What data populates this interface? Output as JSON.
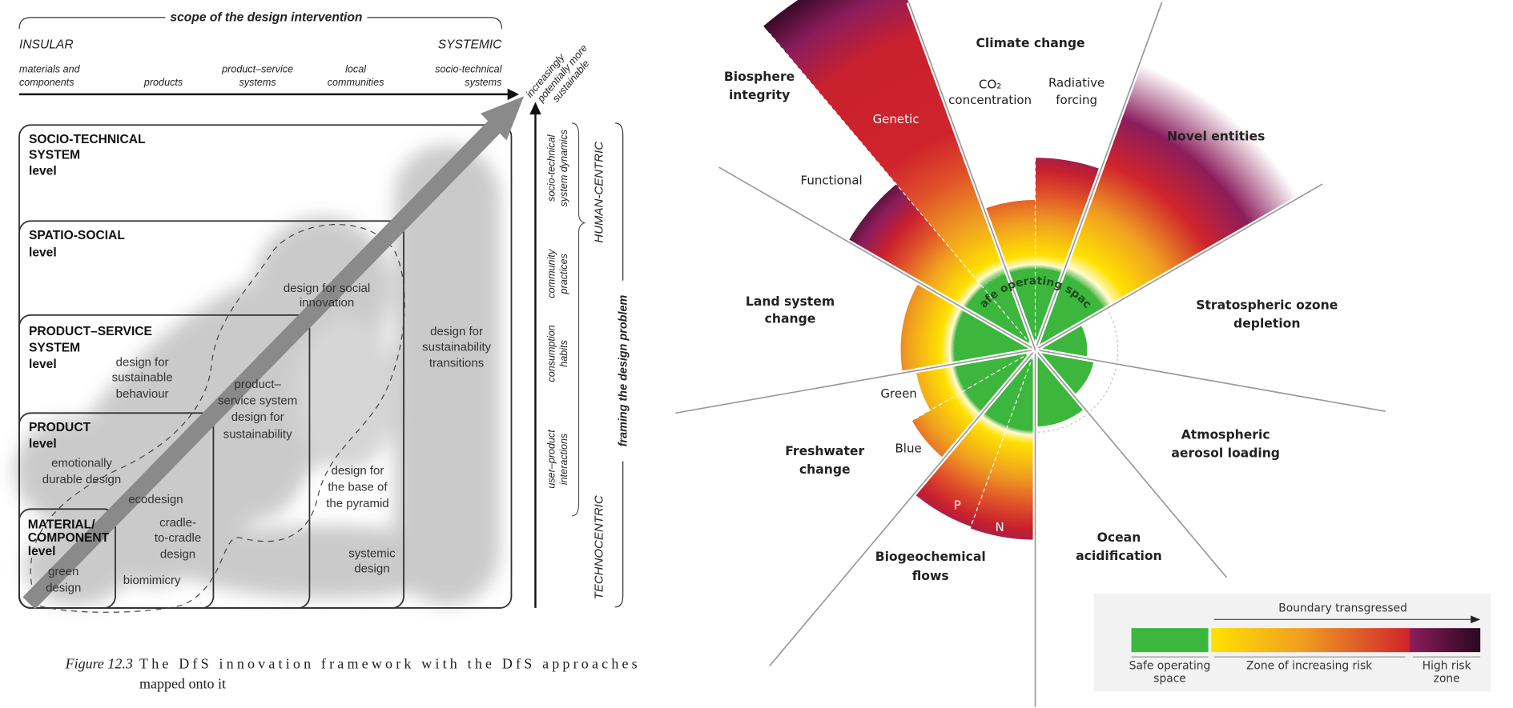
{
  "left_figure": {
    "scope_title": "scope of the design intervention",
    "insular": "INSULAR",
    "systemic": "SYSTEMIC",
    "axis_labels": [
      {
        "line1": "materials and",
        "line2": "components"
      },
      {
        "line1": "",
        "line2": "products"
      },
      {
        "line1": "product–service",
        "line2": "systems"
      },
      {
        "line1": "local",
        "line2": "communities"
      },
      {
        "line1": "socio-technical",
        "line2": "systems"
      }
    ],
    "diagonal_label": [
      "increasingly",
      "potentially more",
      "sustainable"
    ],
    "framing_labels": [
      {
        "line1": "socio-technical",
        "line2": "system dynamics"
      },
      {
        "line1": "community",
        "line2": "practices"
      },
      {
        "line1": "consumption",
        "line2": "habits"
      },
      {
        "line1": "user–product",
        "line2": "interactions"
      }
    ],
    "human_centric": "HUMAN-CENTRIC",
    "technocentric": "TECHNOCENTRIC",
    "framing_title": "framing the design problem",
    "levels": {
      "socio_technical": [
        "SOCIO-TECHNICAL",
        "SYSTEM",
        "level"
      ],
      "spatio_social": [
        "SPATIO-SOCIAL",
        "level"
      ],
      "product_service": [
        "PRODUCT–SERVICE",
        "SYSTEM",
        "level"
      ],
      "product": [
        "PRODUCT",
        "level"
      ],
      "material": [
        "MATERIAL/",
        "COMPONENT",
        "level"
      ]
    },
    "approaches": {
      "social_innovation": [
        "design for social",
        "innovation"
      ],
      "sustainability_transitions": [
        "design for",
        "sustainability",
        "transitions"
      ],
      "sustainable_behaviour": [
        "design for",
        "sustainable",
        "behaviour"
      ],
      "pss_design": [
        "product–",
        "service system",
        "design for",
        "sustainability"
      ],
      "emotionally_durable": [
        "emotionally",
        "durable design"
      ],
      "ecodesign": "ecodesign",
      "base_of_pyramid": [
        "design for",
        "the base of",
        "the pyramid"
      ],
      "cradle_to_cradle": [
        "cradle-",
        "to-cradle",
        "design"
      ],
      "systemic_design": [
        "systemic",
        "design"
      ],
      "green_design": [
        "green",
        "design"
      ],
      "biomimicry": "biomimicry"
    },
    "caption": {
      "label": "Figure 12.3",
      "line1": "The DfS innovation framework with the DfS approaches",
      "line2": "mapped onto it"
    }
  },
  "right_figure": {
    "safe_operating_space": "Safe operating space",
    "boundaries": {
      "biosphere": [
        "Biosphere",
        "integrity"
      ],
      "genetic": "Genetic",
      "functional": "Functional",
      "climate": "Climate change",
      "co2": [
        "CO₂",
        "concentration"
      ],
      "radiative": [
        "Radiative",
        "forcing"
      ],
      "novel": "Novel entities",
      "land": [
        "Land system",
        "change"
      ],
      "ozone": [
        "Stratospheric ozone",
        "depletion"
      ],
      "freshwater": [
        "Freshwater",
        "change"
      ],
      "green_water": "Green",
      "blue_water": "Blue",
      "aerosol": [
        "Atmospheric",
        "aerosol loading"
      ],
      "biogeochemical": [
        "Biogeochemical",
        "flows"
      ],
      "phosphorus": "P",
      "nitrogen": "N",
      "ocean": [
        "Ocean",
        "acidification"
      ]
    },
    "legend": {
      "arrow_label": "Boundary transgressed",
      "safe": [
        "Safe operating",
        "space"
      ],
      "increasing": "Zone of increasing risk",
      "high": [
        "High risk",
        "zone"
      ],
      "colors": {
        "safe": "#3cb63c",
        "yellow": "#ffe100",
        "orange": "#f0a020",
        "red": "#c8202e",
        "purple": "#8c1d5c",
        "dark": "#2e0a22"
      }
    }
  }
}
